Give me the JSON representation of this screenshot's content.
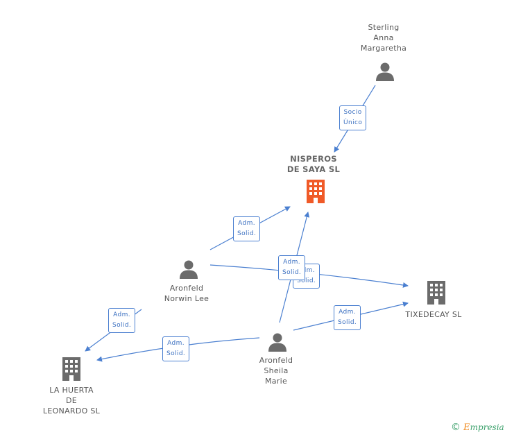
{
  "nodes": {
    "sterling": {
      "label": "Sterling\nAnna\nMargaretha",
      "kind": "person"
    },
    "nisperos": {
      "label": "NISPEROS\nDE SAYA SL",
      "kind": "company-main",
      "color": "#f05a28"
    },
    "aronfeld_norwin": {
      "label": "Aronfeld\nNorwin Lee",
      "kind": "person"
    },
    "tixedecay": {
      "label": "TIXEDECAY SL",
      "kind": "company"
    },
    "aronfeld_sheila": {
      "label": "Aronfeld\nSheila\nMarie",
      "kind": "person"
    },
    "la_huerta": {
      "label": "LA HUERTA\nDE\nLEONARDO SL",
      "kind": "company"
    }
  },
  "edges": [
    {
      "from": "sterling",
      "to": "nisperos",
      "label": "Socio\nÚnico"
    },
    {
      "from": "aronfeld_norwin",
      "to": "nisperos",
      "label": "Adm.\nSolid."
    },
    {
      "from": "aronfeld_norwin",
      "to": "tixedecay",
      "label": "Adm.\nSolid."
    },
    {
      "from": "aronfeld_norwin",
      "to": "la_huerta",
      "label": "Adm.\nSolid."
    },
    {
      "from": "aronfeld_sheila",
      "to": "nisperos",
      "label": "Adm.\nSolid."
    },
    {
      "from": "aronfeld_sheila",
      "to": "tixedecay",
      "label": "Adm.\nSolid."
    },
    {
      "from": "aronfeld_sheila",
      "to": "la_huerta",
      "label": "Adm.\nSolid."
    }
  ],
  "colors": {
    "edge": "#4a7fd0",
    "person": "#6b6b6b",
    "company": "#6b6b6b"
  },
  "footer": {
    "copyright": "©",
    "brand_initial": "E",
    "brand_rest": "mpresia"
  }
}
